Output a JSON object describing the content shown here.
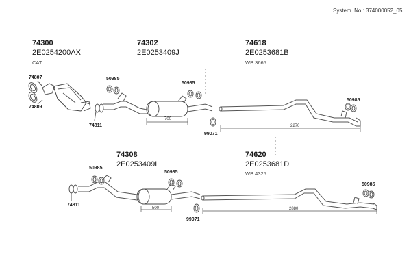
{
  "system_no": "System. No.: 374000052_05",
  "groups": [
    {
      "part": "74300",
      "code": "2E0254200AX",
      "sub": "CAT"
    },
    {
      "part": "74302",
      "code": "2E0253409J",
      "sub": ""
    },
    {
      "part": "74618",
      "code": "2E0253681B",
      "sub": "WB 3665"
    },
    {
      "part": "74308",
      "code": "2E0253409L",
      "sub": ""
    },
    {
      "part": "74620",
      "code": "2E0253681D",
      "sub": "WB 4325"
    }
  ],
  "callouts": {
    "c74807": "74807",
    "c74809": "74809",
    "c74811_top": "74811",
    "c74811_bot": "74811",
    "c50985_1": "50985",
    "c50985_2": "50985",
    "c50985_3": "50985",
    "c50985_4": "50985",
    "c50985_5": "50985",
    "c50985_6": "50985",
    "c99071_top": "99071",
    "c99071_bot": "99071"
  },
  "dimensions": {
    "d700": "700",
    "d2270": "2270",
    "d500": "500",
    "d2880": "2880"
  }
}
